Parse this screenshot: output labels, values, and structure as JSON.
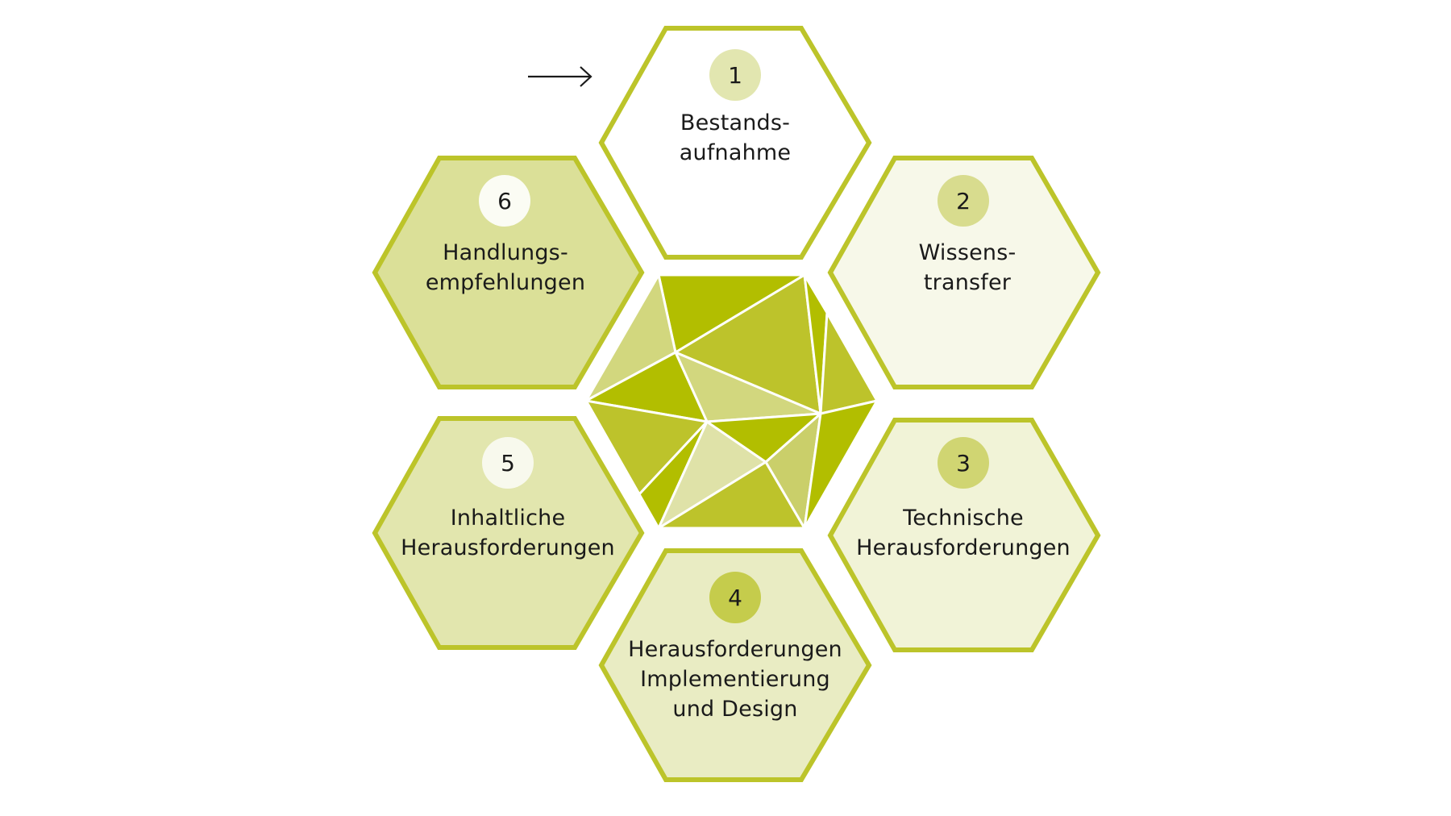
{
  "diagram": {
    "type": "hexagon-cycle",
    "start_indicator": "arrow-right-icon",
    "colors": {
      "stroke": "#bcc42a",
      "center_dark": "#b2be00",
      "center_mid": "#bdc32b",
      "center_light": "#d2d77e",
      "center_pale": "#dfe2a8",
      "center_soft": "#cacf6a"
    },
    "steps": [
      {
        "number": "1",
        "line1": "Bestands-",
        "line2": "aufnahme",
        "line3": "",
        "fill": "#ffffff",
        "badge_fill": "#e2e6b0"
      },
      {
        "number": "2",
        "line1": "Wissens-",
        "line2": "transfer",
        "line3": "",
        "fill": "#f7f8e9",
        "badge_fill": "#d8dc8e"
      },
      {
        "number": "3",
        "line1": "Technische",
        "line2": "Herausforderungen",
        "line3": "",
        "fill": "#f1f3d7",
        "badge_fill": "#d0d572"
      },
      {
        "number": "4",
        "line1": "Herausforderungen",
        "line2": "Implementierung",
        "line3": "und Design",
        "fill": "#e9ecc3",
        "badge_fill": "#c5cc4c"
      },
      {
        "number": "5",
        "line1": "Inhaltliche",
        "line2": "Herausforderungen",
        "line3": "",
        "fill": "#e2e6ae",
        "badge_fill": "#f8f9ed"
      },
      {
        "number": "6",
        "line1": "Handlungs-",
        "line2": "empfehlungen",
        "line3": "",
        "fill": "#dbe098",
        "badge_fill": "#fbfcf4"
      }
    ]
  }
}
